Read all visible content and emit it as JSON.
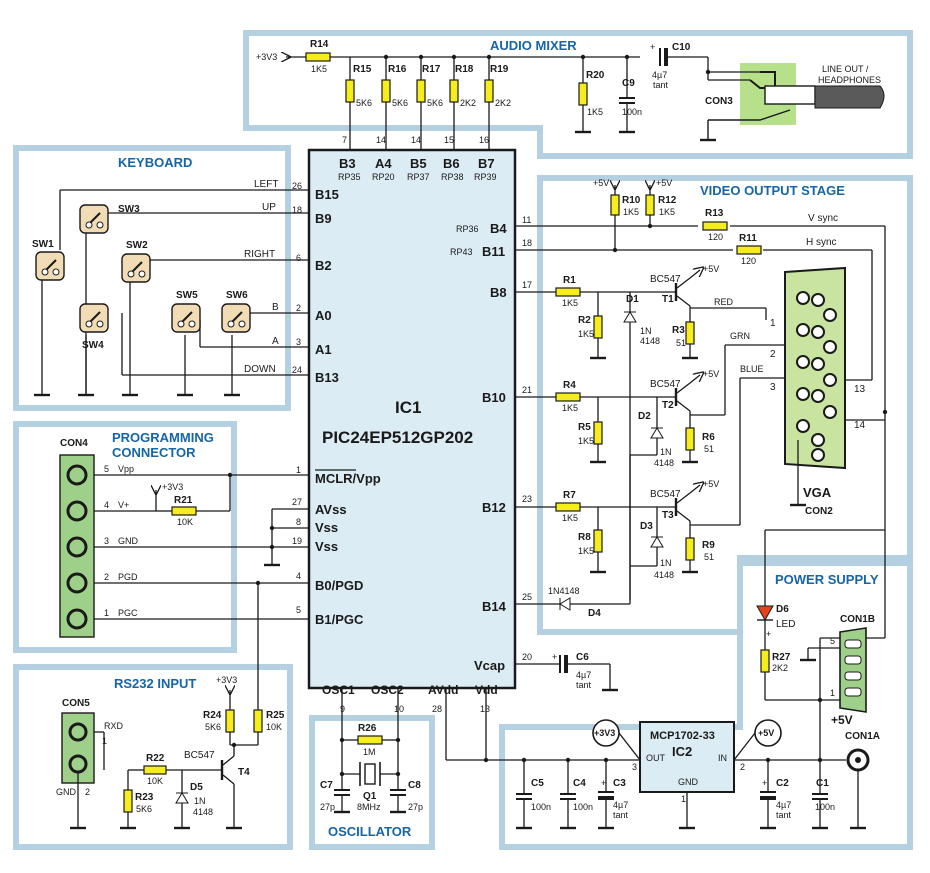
{
  "sections": {
    "audio_mixer": "AUDIO MIXER",
    "keyboard": "KEYBOARD",
    "video_output": "VIDEO OUTPUT STAGE",
    "programming": [
      "PROGRAMMING",
      "CONNECTOR"
    ],
    "rs232": "RS232 INPUT",
    "power_supply": "POWER SUPPLY",
    "oscillator": "OSCILLATOR"
  },
  "ic1": {
    "ref": "IC1",
    "part": "PIC24EP512GP202",
    "top_pins": [
      {
        "name": "B3",
        "rp": "RP35",
        "num": "7"
      },
      {
        "name": "A4",
        "rp": "RP20",
        "num": "14"
      },
      {
        "name": "B5",
        "rp": "RP37",
        "num": "14"
      },
      {
        "name": "B6",
        "rp": "RP38",
        "num": "15"
      },
      {
        "name": "B7",
        "rp": "RP39",
        "num": "16"
      }
    ],
    "left_pins": [
      {
        "name": "B15",
        "num": "26"
      },
      {
        "name": "B9",
        "num": "18"
      },
      {
        "name": "B2",
        "num": "6"
      },
      {
        "name": "A0",
        "num": "2"
      },
      {
        "name": "A1",
        "num": "3"
      },
      {
        "name": "B13",
        "num": "24"
      },
      {
        "name": "MCLR/Vpp",
        "num": "1"
      },
      {
        "name": "AVss",
        "num": "27"
      },
      {
        "name": "Vss",
        "num": "8"
      },
      {
        "name": "Vss",
        "num": "19"
      },
      {
        "name": "B0/PGD",
        "num": "4"
      },
      {
        "name": "B1/PGC",
        "num": "5"
      }
    ],
    "right_pins": [
      {
        "name": "B4",
        "rp": "RP36",
        "num": "11"
      },
      {
        "name": "B11",
        "rp": "RP43",
        "num": "18"
      },
      {
        "name": "B8",
        "num": "17"
      },
      {
        "name": "B10",
        "num": "21"
      },
      {
        "name": "B12",
        "num": "23"
      },
      {
        "name": "B14",
        "num": "25"
      },
      {
        "name": "Vcap",
        "num": "20"
      }
    ],
    "bottom_pins": [
      {
        "name": "OSC1",
        "num": "9"
      },
      {
        "name": "OSC2",
        "num": "10"
      },
      {
        "name": "AVdd",
        "num": "28"
      },
      {
        "name": "Vdd",
        "num": "13"
      }
    ]
  },
  "audio": {
    "supply": "+3V3",
    "resistors": [
      {
        "ref": "R14",
        "value": "1K5"
      },
      {
        "ref": "R15",
        "value": "5K6"
      },
      {
        "ref": "R16",
        "value": "5K6"
      },
      {
        "ref": "R17",
        "value": "5K6"
      },
      {
        "ref": "R18",
        "value": "2K2"
      },
      {
        "ref": "R19",
        "value": "2K2"
      },
      {
        "ref": "R20",
        "value": "1K5"
      }
    ],
    "c9": {
      "ref": "C9",
      "value": "100n"
    },
    "c10": {
      "ref": "C10",
      "value": "4µ7",
      "type": "tant",
      "polarity": "+"
    },
    "con3": "CON3",
    "jack_label": [
      "LINE OUT /",
      "HEADPHONES"
    ]
  },
  "keyboard": {
    "switches": [
      "SW1",
      "SW2",
      "SW3",
      "SW4",
      "SW5",
      "SW6"
    ],
    "signals": [
      "LEFT",
      "UP",
      "RIGHT",
      "B",
      "A",
      "DOWN"
    ]
  },
  "video": {
    "supply": "+5V",
    "r10": {
      "ref": "R10",
      "value": "1K5"
    },
    "r12": {
      "ref": "R12",
      "value": "1K5"
    },
    "r13": {
      "ref": "R13",
      "value": "120"
    },
    "r11": {
      "ref": "R11",
      "value": "120"
    },
    "vsync": "V sync",
    "hsync": "H sync",
    "channels": [
      {
        "rin": "R1",
        "rin_val": "1K5",
        "rdn": "R2",
        "rdn_val": "1K5",
        "d": "D1",
        "d_val": [
          "1N",
          "4148"
        ],
        "t": "T1",
        "t_type": "BC547",
        "re": "R3",
        "re_val": "51",
        "color": "RED",
        "vga_pin": "1"
      },
      {
        "rin": "R4",
        "rin_val": "1K5",
        "rdn": "R5",
        "rdn_val": "1K5",
        "d": "D2",
        "d_val": [
          "1N",
          "4148"
        ],
        "t": "T2",
        "t_type": "BC547",
        "re": "R6",
        "re_val": "51",
        "color": "GRN",
        "vga_pin": "2"
      },
      {
        "rin": "R7",
        "rin_val": "1K5",
        "rdn": "R8",
        "rdn_val": "1K5",
        "d": "D3",
        "d_val": [
          "1N",
          "4148"
        ],
        "t": "T3",
        "t_type": "BC547",
        "re": "R9",
        "re_val": "51",
        "color": "BLUE",
        "vga_pin": "3"
      }
    ],
    "d4": {
      "ref": "D4",
      "value": "1N4148"
    },
    "vga": {
      "label": "VGA",
      "ref": "CON2",
      "pin13": "13",
      "pin14": "14"
    }
  },
  "programming": {
    "con": "CON4",
    "pins": [
      {
        "num": "5",
        "name": "Vpp"
      },
      {
        "num": "4",
        "name": "V+"
      },
      {
        "num": "3",
        "name": "GND"
      },
      {
        "num": "2",
        "name": "PGD"
      },
      {
        "num": "1",
        "name": "PGC"
      }
    ],
    "supply": "+3V3",
    "r21": {
      "ref": "R21",
      "value": "10K"
    }
  },
  "rs232": {
    "con": "CON5",
    "rxd": "RXD",
    "gnd": "GND",
    "pin1": "1",
    "pin2": "2",
    "supply": "+3V3",
    "r22": {
      "ref": "R22",
      "value": "10K"
    },
    "r23": {
      "ref": "R23",
      "value": "5K6"
    },
    "r24": {
      "ref": "R24",
      "value": "5K6"
    },
    "r25": {
      "ref": "R25",
      "value": "10K"
    },
    "d5": {
      "ref": "D5",
      "value": [
        "1N",
        "4148"
      ]
    },
    "t4": {
      "ref": "T4",
      "type": "BC547"
    }
  },
  "oscillator": {
    "r26": {
      "ref": "R26",
      "value": "1M"
    },
    "q1": {
      "ref": "Q1",
      "value": "8MHz"
    },
    "c7": {
      "ref": "C7",
      "value": "27p"
    },
    "c8": {
      "ref": "C8",
      "value": "27p"
    }
  },
  "c6": {
    "ref": "C6",
    "value": "4µ7",
    "type": "tant",
    "polarity": "+"
  },
  "power": {
    "d6": {
      "ref": "D6",
      "value": "LED",
      "polarity": "+"
    },
    "r27": {
      "ref": "R27",
      "value": "2K2"
    },
    "con1b": "CON1B",
    "con1b_pins": [
      "5",
      "1"
    ],
    "v5": "+5V",
    "con1a": "CON1A",
    "reg": {
      "part": "MCP1702-33",
      "ref": "IC2",
      "out": "OUT",
      "in": "IN",
      "gnd": "GND",
      "pin_out": "3",
      "pin_in": "2",
      "pin_gnd": "1"
    },
    "flag_3v3": "+3V3",
    "flag_5v": "+5V",
    "c5": {
      "ref": "C5",
      "value": "100n"
    },
    "c4": {
      "ref": "C4",
      "value": "100n"
    },
    "c3": {
      "ref": "C3",
      "value": "4µ7",
      "type": "tant",
      "polarity": "+"
    },
    "c2": {
      "ref": "C2",
      "value": "4µ7",
      "type": "tant",
      "polarity": "+"
    },
    "c1": {
      "ref": "C1",
      "value": "100n"
    }
  },
  "colors": {
    "frame": "#b5d0e0",
    "ic_fill": "#dcecf4",
    "resistor": "#f6ee1c",
    "connector": "#9fd08a",
    "title": "#1565a8",
    "led": "#e2431b"
  }
}
